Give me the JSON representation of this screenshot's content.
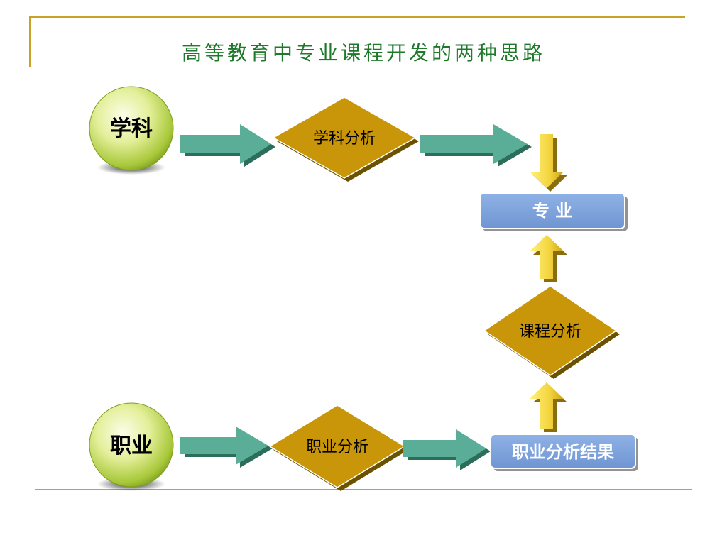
{
  "title": "高等教育中专业课程开发的两种思路",
  "nodes": {
    "discipline": "学科",
    "discipline_analysis": "学科分析",
    "major": "专 业",
    "course_analysis": "课程分析",
    "occupation": "职业",
    "occupation_analysis": "职业分析",
    "occupation_result": "职业分析结果"
  },
  "colors": {
    "title": "#1e7a2a",
    "frame_line": "#c9a227",
    "diamond": "#c9960a",
    "green_arrow": "#5aae98",
    "blue_box": "#7ea3dc",
    "yellow_arrow": "#f0d040"
  }
}
